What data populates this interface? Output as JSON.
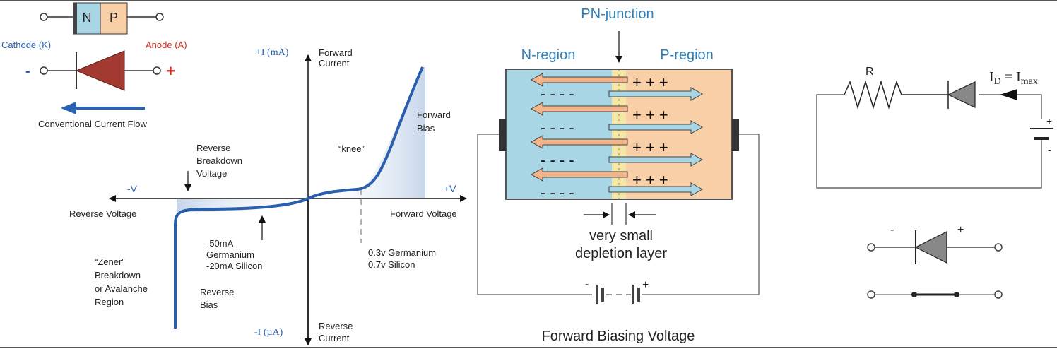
{
  "diode_symbol": {
    "n_label": "N",
    "p_label": "P",
    "cathode_label": "Cathode (K)",
    "anode_label": "Anode (A)",
    "minus": "-",
    "plus": "+",
    "flow_label": "Conventional Current Flow",
    "colors": {
      "n": "#a9d6e5",
      "p": "#f9cfa7",
      "triangle": "#a33a32",
      "arrow": "#2a62b5",
      "plus": "#d42a1e"
    }
  },
  "iv_curve": {
    "y_pos_label": "+I (mA)",
    "forward_current_label": "Forward\nCurrent",
    "y_neg_label": "-I (µA)",
    "reverse_current_label": "Reverse\nCurrent",
    "x_neg_label": "-V",
    "x_pos_label": "+V",
    "reverse_voltage_label": "Reverse Voltage",
    "forward_voltage_label": "Forward Voltage",
    "forward_bias_label": "Forward\nBias",
    "knee_label": "“knee”",
    "reverse_breakdown_label": "Reverse\nBreakdown\nVoltage",
    "leakage_label": "-50mA\nGermanium\n-20mA Silicon",
    "threshold_label": "0.3v Germanium\n0.7v Silicon",
    "zener_label": "“Zener”\nBreakdown\nor Avalanche\nRegion",
    "reverse_bias_label": "Reverse\nBias",
    "colors": {
      "curve": "#2a5fad",
      "axis_label": "#2a5fad"
    }
  },
  "pn_junction": {
    "title": "PN-junction",
    "n_region_label": "N-region",
    "p_region_label": "P-region",
    "depletion_label": "very small\ndepletion layer",
    "battery_minus": "-",
    "battery_plus": "+",
    "voltage_label": "Forward Biasing Voltage",
    "colors": {
      "n": "#a9d6e5",
      "p": "#f9cfa7",
      "junction": "#f4e7a8",
      "label": "#2f7fb8"
    }
  },
  "circuit": {
    "resistor_label": "R",
    "current_label": "I",
    "current_sub": "D",
    "equals": " = I",
    "max_sub": "max",
    "battery_plus": "+",
    "battery_minus": "-",
    "switch_minus": "-",
    "switch_plus": "+"
  }
}
